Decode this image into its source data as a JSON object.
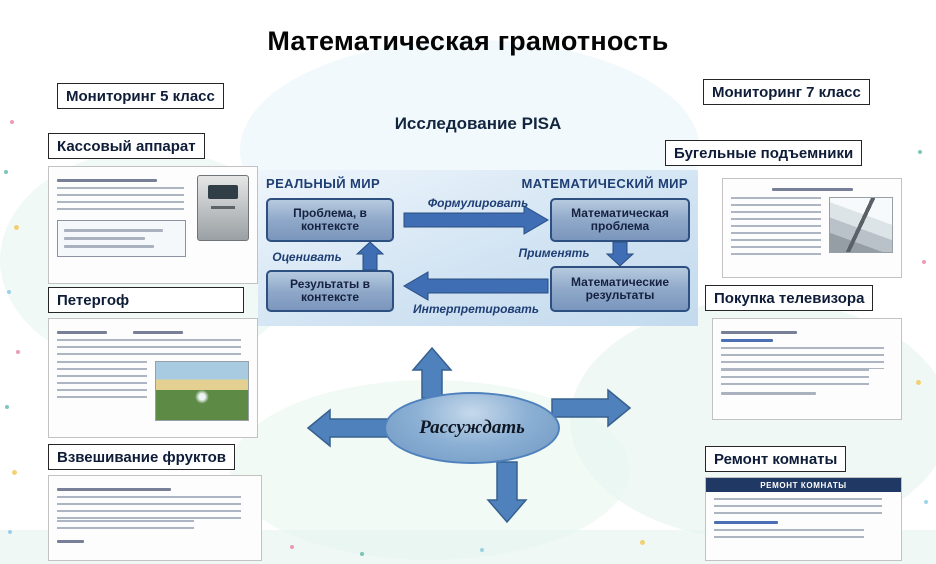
{
  "slide": {
    "title": "Математическая грамотность",
    "subtitle": "Исследование PISA"
  },
  "tags": {
    "monitoring_5": "Мониторинг 5 класс",
    "monitoring_7": "Мониторинг 7 класс",
    "cash_register": "Кассовый аппарат",
    "lifts": "Бугельные подъемники",
    "petergof": "Петергоф",
    "tv_purchase": "Покупка телевизора",
    "fruit_weighing": "Взвешивание фруктов",
    "room_repair": "Ремонт комнаты"
  },
  "diagram": {
    "real_world_header": "РЕАЛЬНЫЙ МИР",
    "math_world_header": "МАТЕМАТИЧЕСКИЙ МИР",
    "problem_in_context": "Проблема, в контексте",
    "math_problem": "Математическая проблема",
    "results_in_context": "Результаты в контексте",
    "math_results": "Математические результаты",
    "arrow_formulate": "Формулировать",
    "arrow_apply": "Применять",
    "arrow_interpret": "Интерпретировать",
    "arrow_evaluate": "Оценивать"
  },
  "reasoning_ellipse": {
    "label": "Рассуждать"
  },
  "documents": {
    "room_repair_header": "РЕМОНТ КОМНАТЫ"
  },
  "colors": {
    "accent_blue": "#4f81bd",
    "diagram_box_fill": "#8fa9c9",
    "tag_text": "#0e1c38"
  }
}
